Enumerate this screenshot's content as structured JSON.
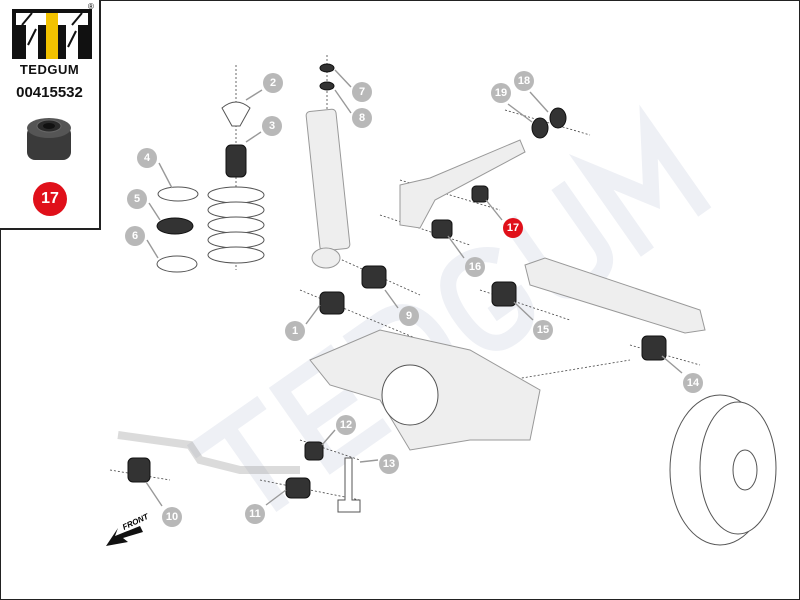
{
  "brand": {
    "name": "TEDGUM",
    "registered": "®",
    "part_number": "00415532",
    "highlight_ref": "17"
  },
  "watermark": "TEDGUM",
  "front_label": "FRONT",
  "callouts": {
    "c1": "1",
    "c2": "2",
    "c3": "3",
    "c4": "4",
    "c5": "5",
    "c6": "6",
    "c7": "7",
    "c8": "8",
    "c9": "9",
    "c10": "10",
    "c11": "11",
    "c12": "12",
    "c13": "13",
    "c14": "14",
    "c15": "15",
    "c16": "16",
    "c17": "17",
    "c18": "18",
    "c19": "19"
  },
  "colors": {
    "highlight": "#e0101a",
    "callout": "#b8b8b8",
    "logo_yellow": "#f2c200"
  }
}
